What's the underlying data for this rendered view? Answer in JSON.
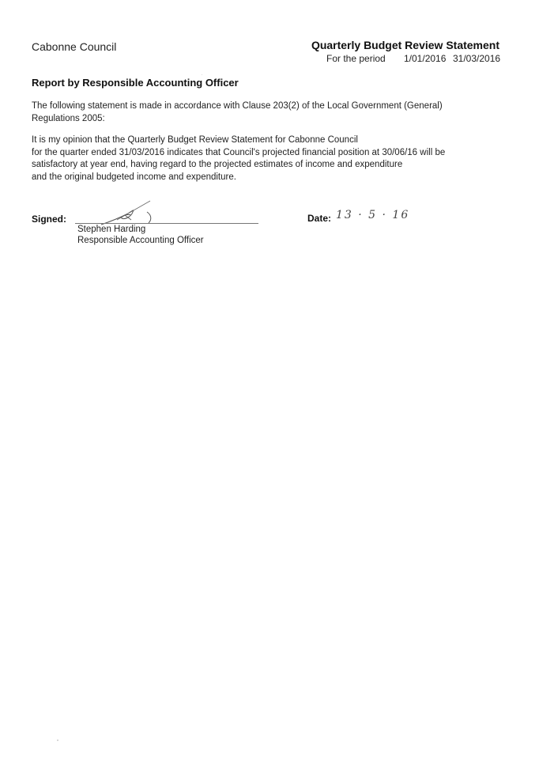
{
  "header": {
    "council_name": "Cabonne Council",
    "statement_title": "Quarterly Budget Review Statement",
    "period_label": "For the period",
    "period_start": "1/01/2016",
    "period_end": "31/03/2016"
  },
  "report": {
    "heading": "Report by Responsible Accounting Officer",
    "paragraph_1_lines": [
      "The following statement is made in accordance with Clause 203(2) of the Local Government (General)",
      "Regulations 2005:"
    ],
    "paragraph_2_lines": [
      "It is my opinion that the Quarterly Budget Review Statement for Cabonne Council",
      "for the quarter ended 31/03/2016 indicates that Council's projected financial position  at 30/06/16 will be",
      "satisfactory at year end, having regard to the projected estimates of income and expenditure",
      "and the original budgeted income and expenditure."
    ]
  },
  "signature": {
    "signed_label": "Signed:",
    "signer_name": "Stephen Harding",
    "signer_title": "Responsible Accounting Officer",
    "date_label": "Date:",
    "date_value": "13 · 5 · 16"
  }
}
